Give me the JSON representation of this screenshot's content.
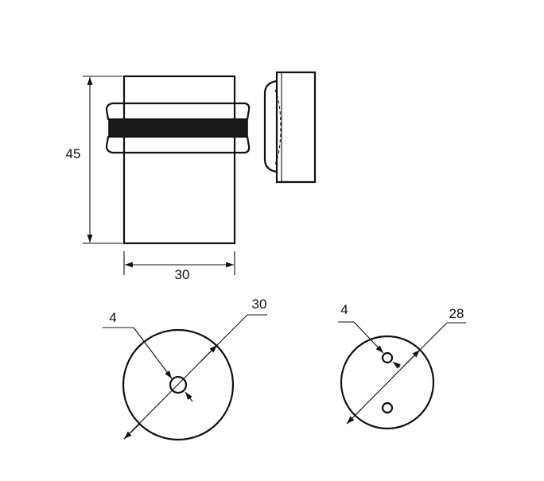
{
  "side_view": {
    "height_label": "45",
    "width_label": "30"
  },
  "base_plate": {
    "hole_label": "4",
    "diameter_label": "30"
  },
  "top_plate": {
    "hole_label": "4",
    "diameter_label": "28"
  },
  "colors": {
    "ink": "#111111",
    "band": "#1a1a1a",
    "background": "#ffffff"
  }
}
